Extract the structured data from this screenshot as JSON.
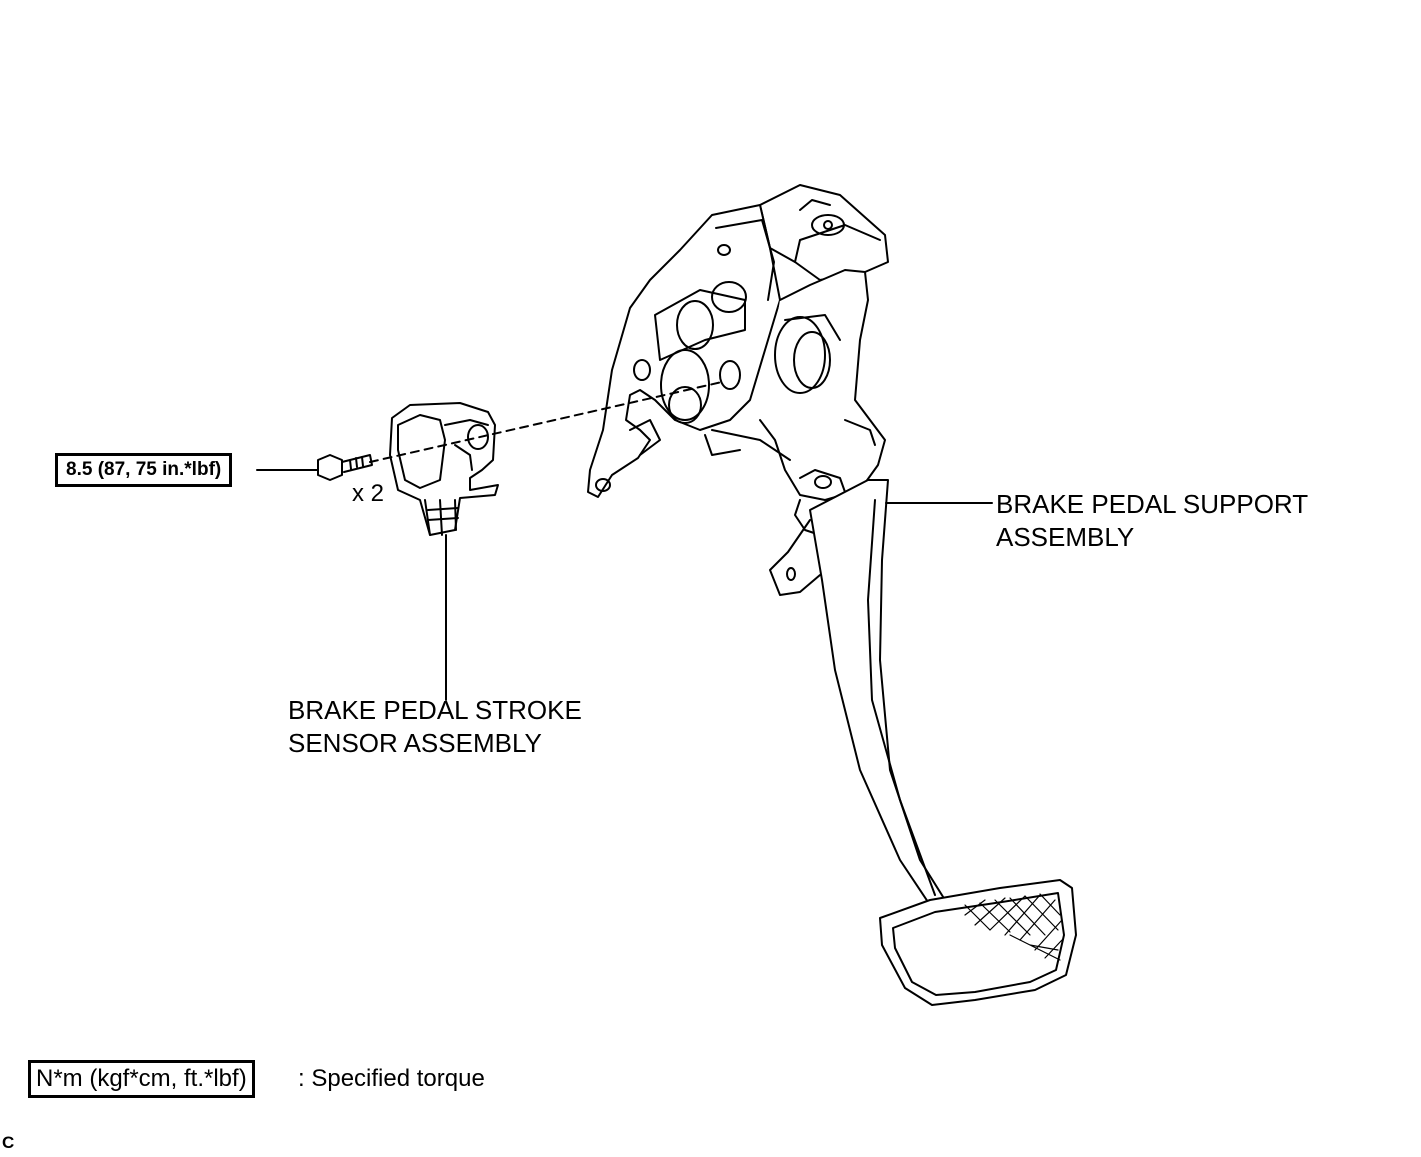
{
  "callouts": {
    "torque": "8.5 (87, 75 in.*lbf)",
    "quantity": "x 2",
    "sensor_line1": "BRAKE PEDAL STROKE",
    "sensor_line2": "SENSOR ASSEMBLY",
    "support_line1": "BRAKE PEDAL SUPPORT",
    "support_line2": "ASSEMBLY"
  },
  "legend": {
    "unit_box": "N*m (kgf*cm, ft.*lbf)",
    "description": ": Specified torque"
  },
  "corner_mark": "C",
  "colors": {
    "line": "#000000",
    "background": "#ffffff"
  }
}
